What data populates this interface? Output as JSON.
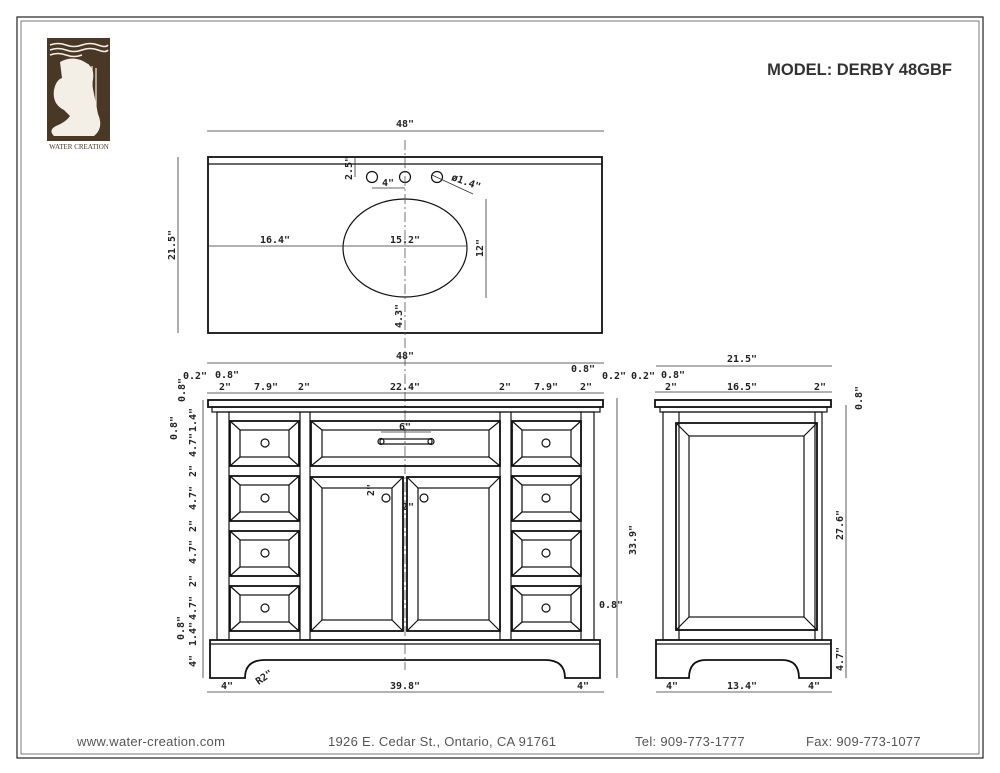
{
  "model_title": "MODEL: DERBY 48GBF",
  "logo": {
    "brand": "WATER CREATION",
    "color": "#4a3826"
  },
  "top_view": {
    "width": "48\"",
    "depth": "21.5\"",
    "faucet_setback": "2.5\"",
    "faucet_spacing": "4\"",
    "hole_diameter": "ø1.4\"",
    "bowl_offset": "16.4\"",
    "bowl_width": "15.2\"",
    "bowl_depth": "12\"",
    "bowl_front": "4.3\""
  },
  "front_view": {
    "overall_width": "48\"",
    "top_overhang_left": "0.2\"",
    "molding_left": "0.8\"",
    "stile_left": "2\"",
    "drawer_width_left": "7.9\"",
    "divider_left": "2\"",
    "center_width": "22.4\"",
    "divider_right": "2\"",
    "drawer_width_right": "7.9\"",
    "stile_right": "2\"",
    "molding_right": "0.8\"",
    "top_overhang_right": "0.2\"",
    "top_thickness": "0.8\"",
    "molding_height": "0.8\"",
    "rail_top": "1.4\"",
    "drawer_heights": [
      "4.7\"",
      "4.7\"",
      "4.7\"",
      "4.7\""
    ],
    "drawer_gaps": [
      "2\"",
      "2\"",
      "2\""
    ],
    "rail_bottom_molding": "0.8\"",
    "rail_bottom": "1.4\"",
    "toe_kick": "4\"",
    "pull_width": "6\"",
    "knob_offset_v": "2\"",
    "knob_offset_h": "2\"",
    "arch_radius": "R2\"",
    "base_left": "4\"",
    "base_opening": "39.8\"",
    "base_right": "4\"",
    "height": "33.9\"",
    "bottom_molding": "0.8\""
  },
  "side_view": {
    "depth": "21.5\"",
    "overhang": "0.2\"",
    "molding": "0.8\"",
    "stile_left": "2\"",
    "panel_width": "16.5\"",
    "stile_right": "2\"",
    "top_thickness": "0.8\"",
    "cabinet_height": "27.6\"",
    "base_height": "4.7\"",
    "base_left": "4\"",
    "base_opening": "13.4\"",
    "base_right": "4\""
  },
  "footer": {
    "website": "www.water-creation.com",
    "address": "1926 E. Cedar St., Ontario, CA 91761",
    "tel": "Tel: 909-773-1777",
    "fax": "Fax: 909-773-1077"
  }
}
